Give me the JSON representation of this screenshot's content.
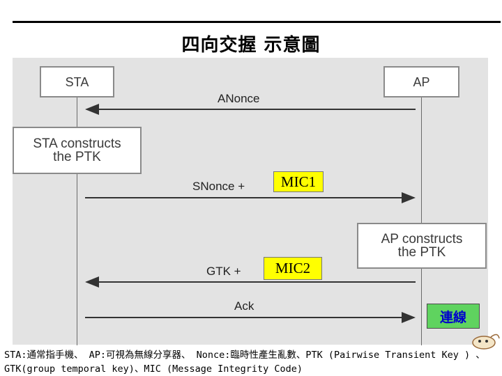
{
  "title": "四向交握 示意圖",
  "diagram": {
    "participants": {
      "sta": "STA",
      "ap": "AP"
    },
    "messages": [
      {
        "label": "ANonce",
        "direction": "AP→STA"
      },
      {
        "label": "SNonce +",
        "direction": "STA→AP",
        "tag": "MIC1"
      },
      {
        "label": "GTK +",
        "direction": "AP→STA",
        "tag": "MIC2"
      },
      {
        "label": "Ack",
        "direction": "STA→AP"
      }
    ],
    "actions": {
      "sta_constructs": [
        "STA constructs",
        "the PTK"
      ],
      "ap_constructs": [
        "AP constructs",
        "the PTK"
      ]
    },
    "connect_label": "連線"
  },
  "note": "STA:通常指手機、 AP:可視為無線分享器、 Nonce:臨時性產生亂數、PTK (Pairwise Transient Key ) 、GTK(group temporal key)、MIC (Message Integrity Code)",
  "colors": {
    "diagram_bg": "#e3e3e3",
    "tag_bg": "#ffff00",
    "connect_bg": "#5fd35f",
    "connect_text": "#0000cc",
    "arrow": "#333333"
  }
}
